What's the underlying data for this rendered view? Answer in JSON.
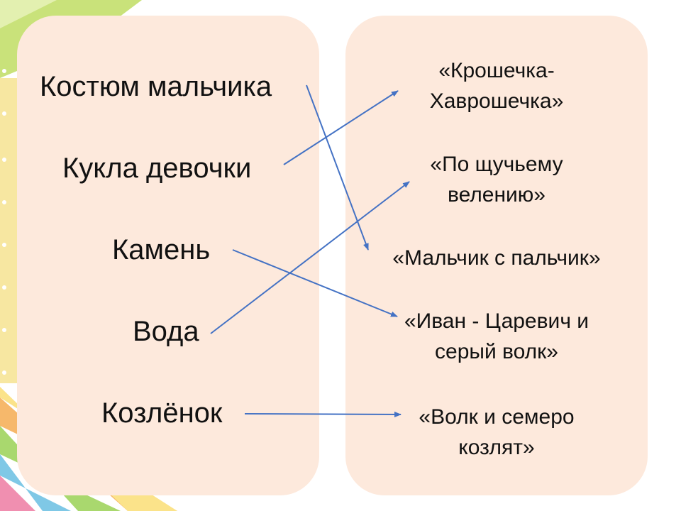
{
  "colors": {
    "background": "#ffffff",
    "panel": "#fde9dc",
    "arrow": "#4472c4",
    "text": "#111111"
  },
  "left_items": [
    {
      "id": "costume",
      "label": "Костюм мальчика"
    },
    {
      "id": "doll",
      "label": "Кукла девочки"
    },
    {
      "id": "stone",
      "label": "Камень"
    },
    {
      "id": "water",
      "label": "Вода"
    },
    {
      "id": "kid",
      "label": "Козлёнок"
    }
  ],
  "right_items": [
    {
      "id": "khavroshechka",
      "lines": [
        "«Крошечка-",
        "Хаврошечка»"
      ]
    },
    {
      "id": "pike",
      "lines": [
        "«По щучьему",
        "велению»"
      ]
    },
    {
      "id": "thumb",
      "lines": [
        "«Мальчик с пальчик»"
      ]
    },
    {
      "id": "ivan",
      "lines": [
        "«Иван - Царевич и",
        "серый волк»"
      ]
    },
    {
      "id": "wolf",
      "lines": [
        "«Волк и семеро",
        "козлят»"
      ]
    }
  ],
  "connections": [
    {
      "from": "costume",
      "to": "thumb"
    },
    {
      "from": "doll",
      "to": "khavroshechka"
    },
    {
      "from": "stone",
      "to": "ivan"
    },
    {
      "from": "water",
      "to": "pike"
    },
    {
      "from": "kid",
      "to": "wolf"
    }
  ]
}
